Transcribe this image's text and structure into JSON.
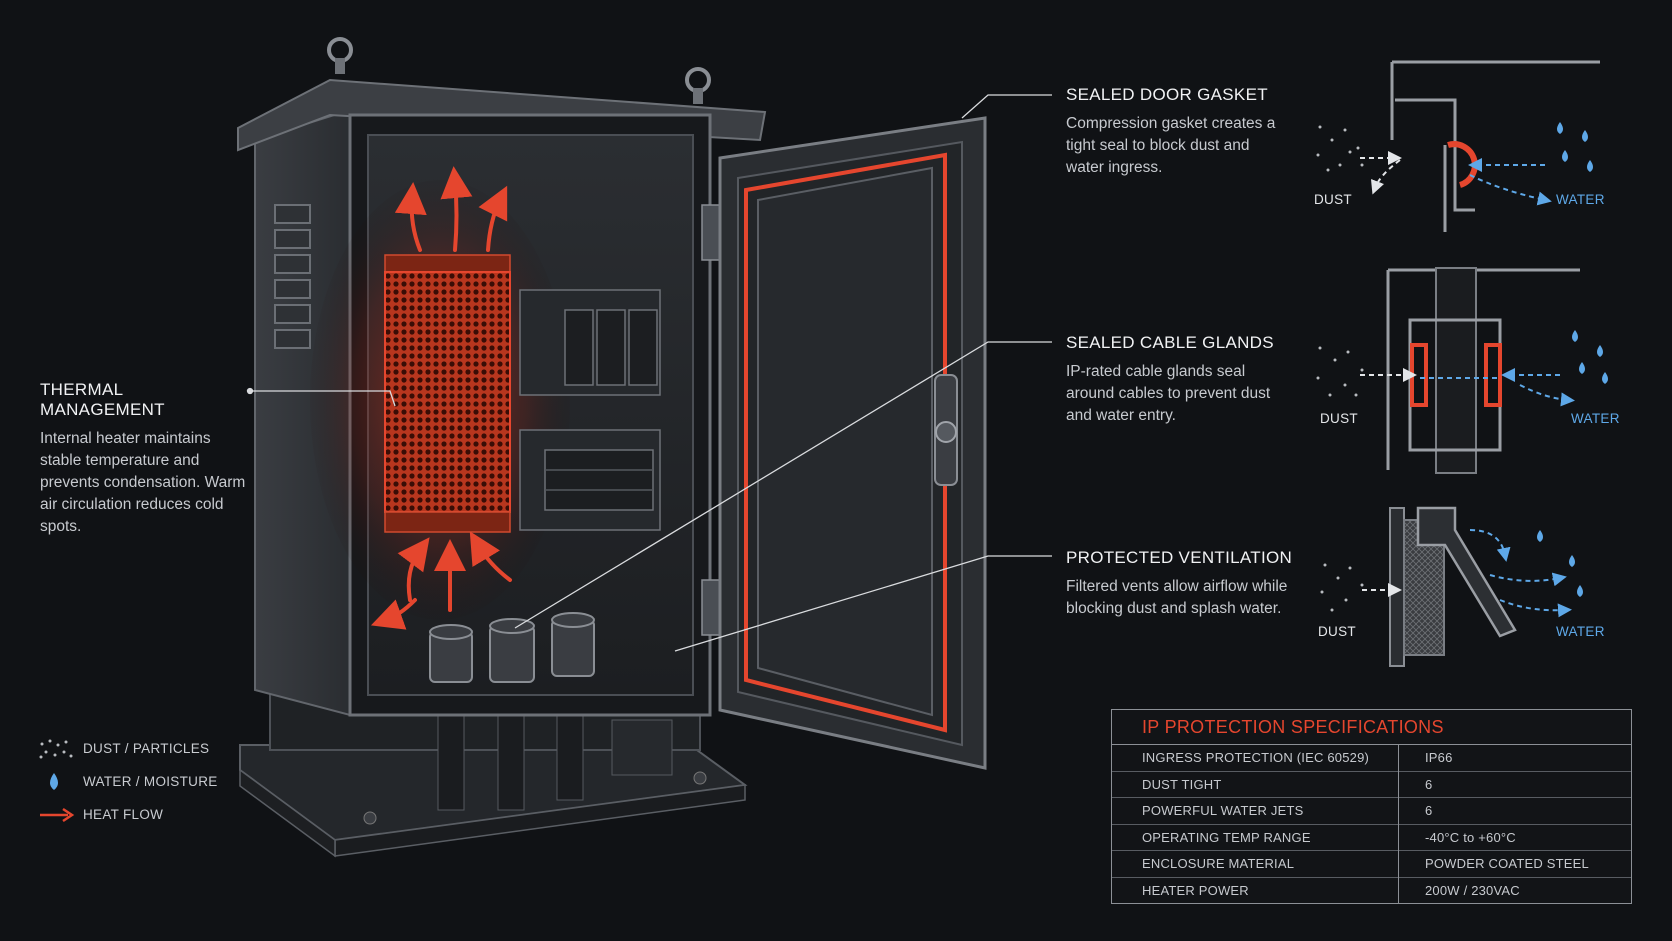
{
  "callouts": {
    "thermal": {
      "title": "THERMAL MANAGEMENT",
      "text": "Internal heater maintains stable temperature and prevents condensation. Warm air circulation reduces cold spots."
    },
    "gasket": {
      "title": "SEALED DOOR GASKET",
      "text": "Compression gasket creates a tight seal to block dust and water ingress."
    },
    "glands": {
      "title": "SEALED CABLE GLANDS",
      "text": "IP-rated cable glands seal around cables to prevent dust and water entry."
    },
    "vent": {
      "title": "PROTECTED VENTILATION",
      "text": "Filtered vents allow airflow while blocking dust and splash water."
    }
  },
  "detail_labels": {
    "dust": "DUST",
    "water": "WATER"
  },
  "legend": {
    "items": [
      {
        "label": "DUST / PARTICLES",
        "icon": "dust-particles-icon"
      },
      {
        "label": "WATER / MOISTURE",
        "icon": "water-drop-icon"
      },
      {
        "label": "HEAT FLOW",
        "icon": "heat-arrow-icon"
      }
    ]
  },
  "spec": {
    "title": "IP PROTECTION SPECIFICATIONS",
    "rows": [
      {
        "label": "INGRESS PROTECTION (IEC 60529)",
        "value": "IP66"
      },
      {
        "label": "DUST TIGHT",
        "value": "6"
      },
      {
        "label": "POWERFUL WATER JETS",
        "value": "6"
      },
      {
        "label": "OPERATING TEMP RANGE",
        "value": "-40°C to +60°C"
      },
      {
        "label": "ENCLOSURE MATERIAL",
        "value": "POWDER COATED STEEL"
      },
      {
        "label": "HEATER POWER",
        "value": "200W / 230VAC"
      }
    ]
  },
  "colors": {
    "background": "#101215",
    "heat": "#e5462e",
    "water": "#5ea8e8",
    "text": "#d9dbde"
  }
}
